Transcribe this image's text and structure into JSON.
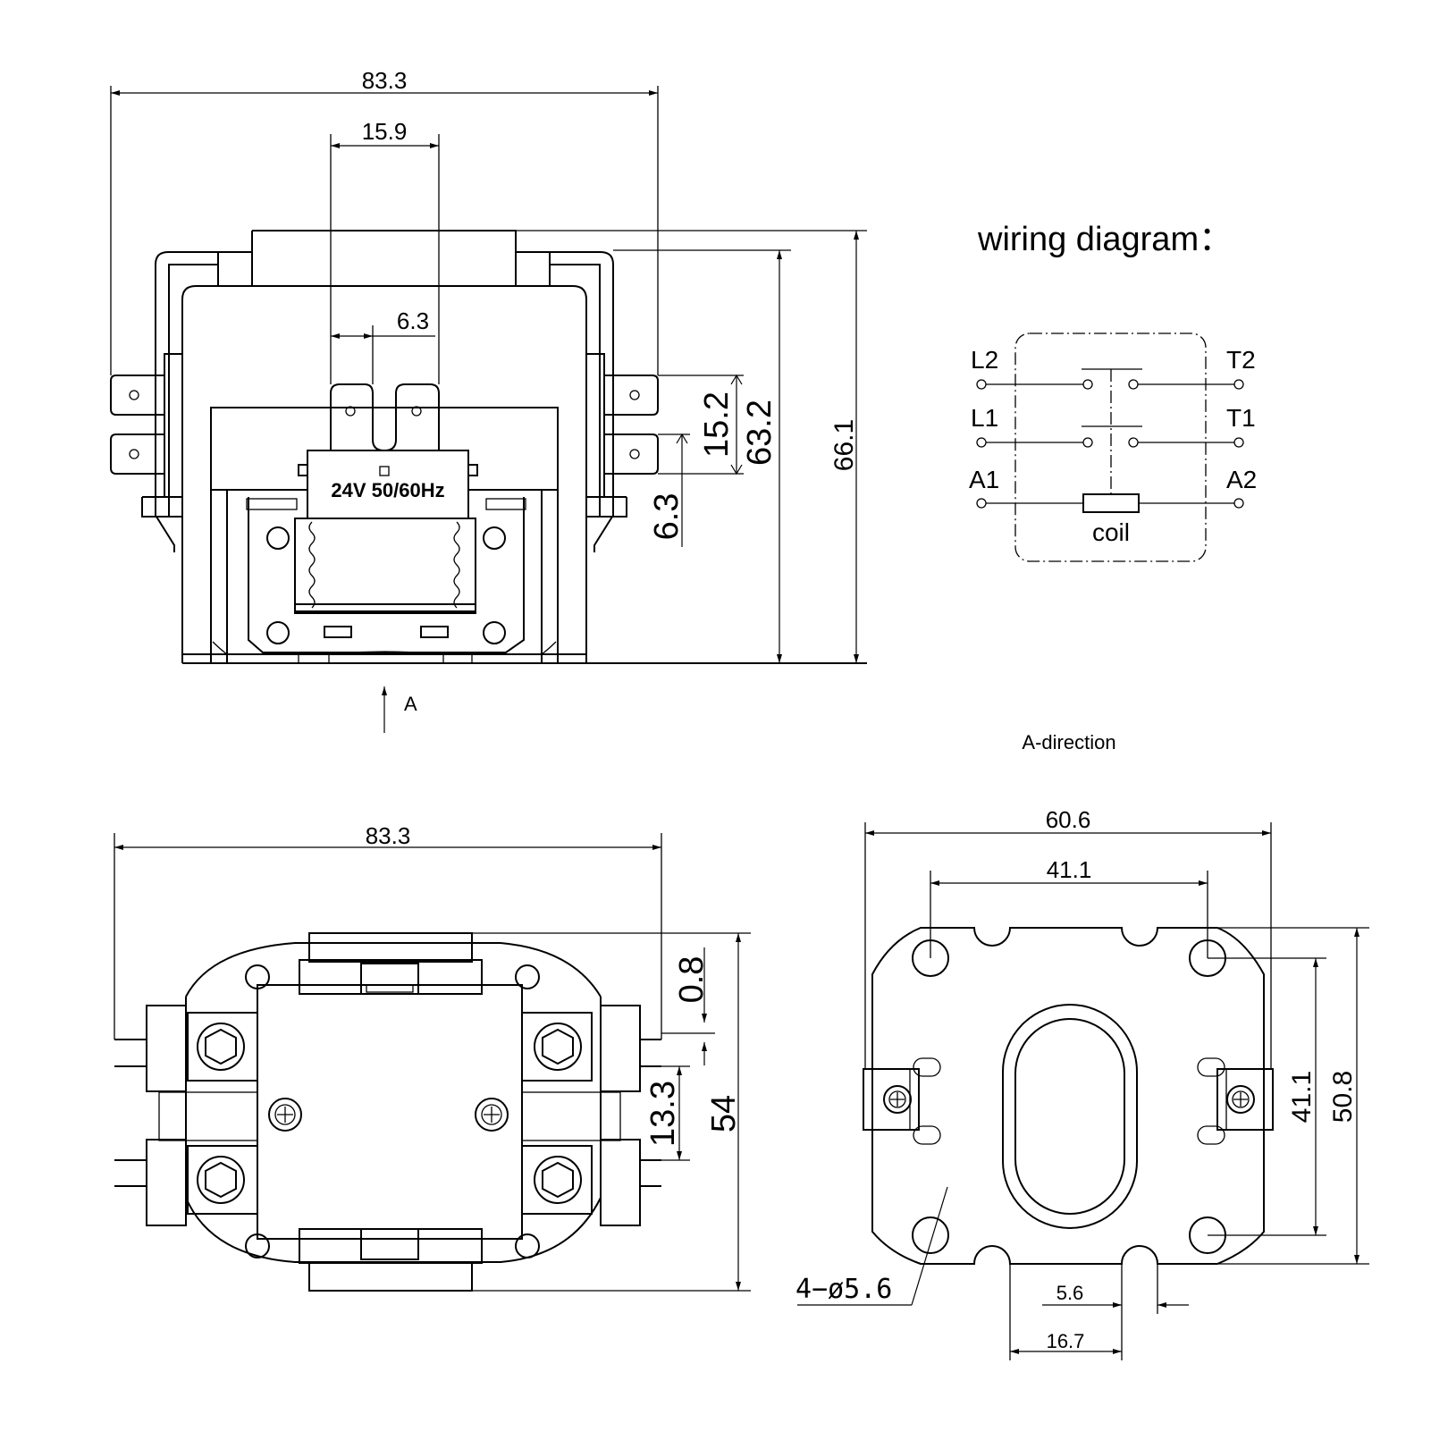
{
  "front_view": {
    "width_total": "83.3",
    "coil_terminal_span": "15.9",
    "coil_terminal_gap": "6.3",
    "terminal_pitch": "15.2",
    "height_body": "63.2",
    "height_total": "66.1",
    "terminal_width": "6.3",
    "coil_label": "24V 50/60Hz",
    "view_arrow_label": "A"
  },
  "wiring": {
    "title": "wiring diagram：",
    "labels": {
      "l2": "L2",
      "t2": "T2",
      "l1": "L1",
      "t1": "T1",
      "a1": "A1",
      "a2": "A2",
      "coil": "coil"
    }
  },
  "a_direction_label": "A-direction",
  "top_view": {
    "width_total": "83.3",
    "offset": "0.8",
    "depth": "54",
    "terminal_spacing": "13.3"
  },
  "base_view": {
    "width_total": "60.6",
    "hole_spacing_x": "41.1",
    "hole_spacing_y": "41.1",
    "height_total": "50.8",
    "holes": "4−ø5.6",
    "slot_width": "5.6",
    "slot_offset": "16.7"
  }
}
